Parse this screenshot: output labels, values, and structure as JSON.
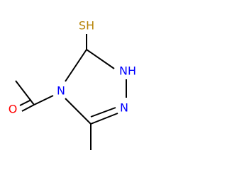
{
  "molecule": {
    "colors": {
      "bond": "#000000",
      "carbon": "#000000",
      "nitrogen": "#0000ff",
      "oxygen": "#ff0000",
      "sulfur": "#b8860b"
    },
    "labels": {
      "sh": "SH",
      "nh": "NH",
      "n4": "N",
      "n2": "N",
      "o": "O"
    }
  }
}
